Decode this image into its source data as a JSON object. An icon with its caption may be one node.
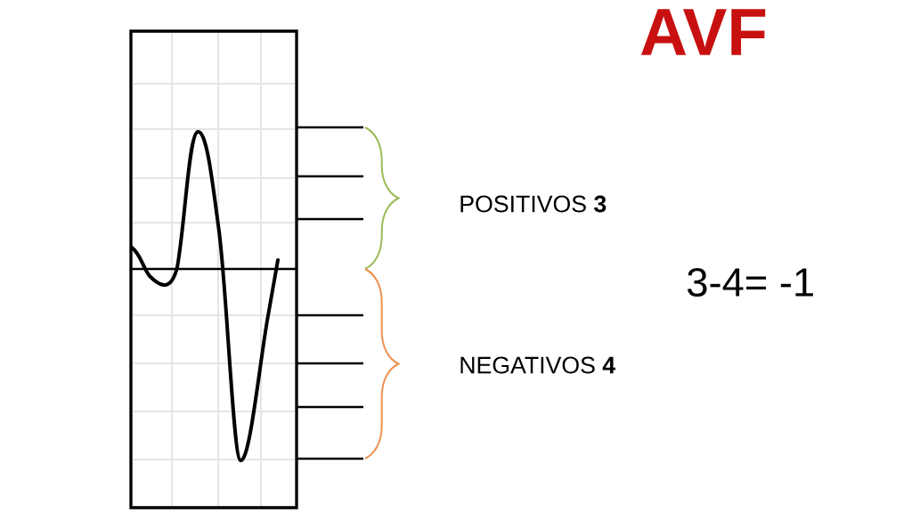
{
  "diagram": {
    "title": "AVF",
    "labels": [
      "POSITIVOS **3**",
      "NEGATIVOS **4**",
      "3-4= -1"
    ]
  }
}
